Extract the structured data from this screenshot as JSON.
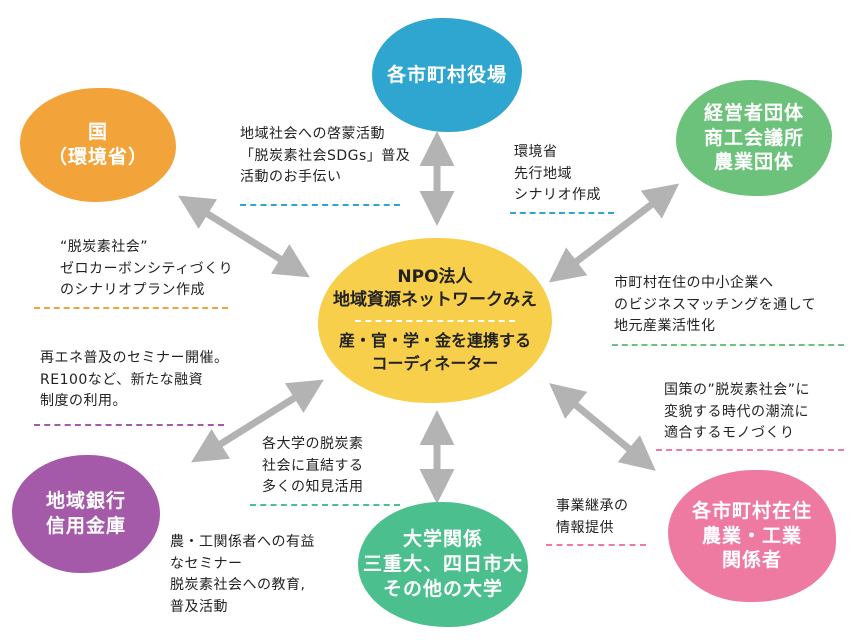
{
  "center": {
    "title_lines": [
      "NPO法人",
      "地域資源ネットワークみえ"
    ],
    "role_lines": [
      "産・官・学・金を連携する",
      "コーディネーター"
    ]
  },
  "nodes": {
    "municipal_office": {
      "lines": [
        "各市町村役場"
      ],
      "color": "#2fa6cf"
    },
    "national": {
      "lines": [
        "国",
        "（環境省）"
      ],
      "color": "#f2a43a"
    },
    "business_groups": {
      "lines": [
        "経営者団体",
        "商工会議所",
        "農業団体"
      ],
      "color": "#6cc27b"
    },
    "regional_banks": {
      "lines": [
        "地域銀行",
        "信用金庫"
      ],
      "color": "#a45aa8"
    },
    "universities": {
      "lines": [
        "大学関係",
        "三重大、四日市大",
        "その他の大学"
      ],
      "color": "#4cbf8f"
    },
    "local_industry": {
      "lines": [
        "各市町村在住",
        "農業・工業",
        "関係者"
      ],
      "color": "#ee7aa2"
    }
  },
  "notes": {
    "municipal_left": [
      "地域社会への啓蒙活動",
      "「脱炭素社会SDGs」普及",
      "活動のお手伝い"
    ],
    "municipal_right": [
      "環境省",
      "先行地域",
      "シナリオ作成"
    ],
    "national": [
      "“脱炭素社会”",
      "ゼロカーボンシティづくり",
      "のシナリオプラン作成"
    ],
    "business": [
      "市町村在住の中小企業へ",
      "のビジネスマッチングを通して",
      "地元産業活性化"
    ],
    "banks": [
      "再エネ普及のセミナー開催。",
      "RE100など、新たな融資",
      "制度の利用。"
    ],
    "industry_policy": [
      "国策の”脱炭素社会”に",
      "変貌する時代の潮流に",
      "適合するモノづくり"
    ],
    "universities": [
      "各大学の脱炭素",
      "社会に直結する",
      "多くの知見活用"
    ],
    "succession": [
      "事業継承の",
      "情報提供"
    ],
    "seminar": [
      "農・工関係者への有益",
      "なセミナー",
      "脱炭素社会への教育,",
      "普及活動"
    ]
  },
  "colors": {
    "arrow": "#b3b3b3",
    "rule_blue": "#2fa6cf",
    "rule_orange": "#f2a43a",
    "rule_green": "#6cc27b",
    "rule_purple": "#a45aa8",
    "rule_pink": "#ee7aa2",
    "center_fill": "#f7cf4a"
  }
}
